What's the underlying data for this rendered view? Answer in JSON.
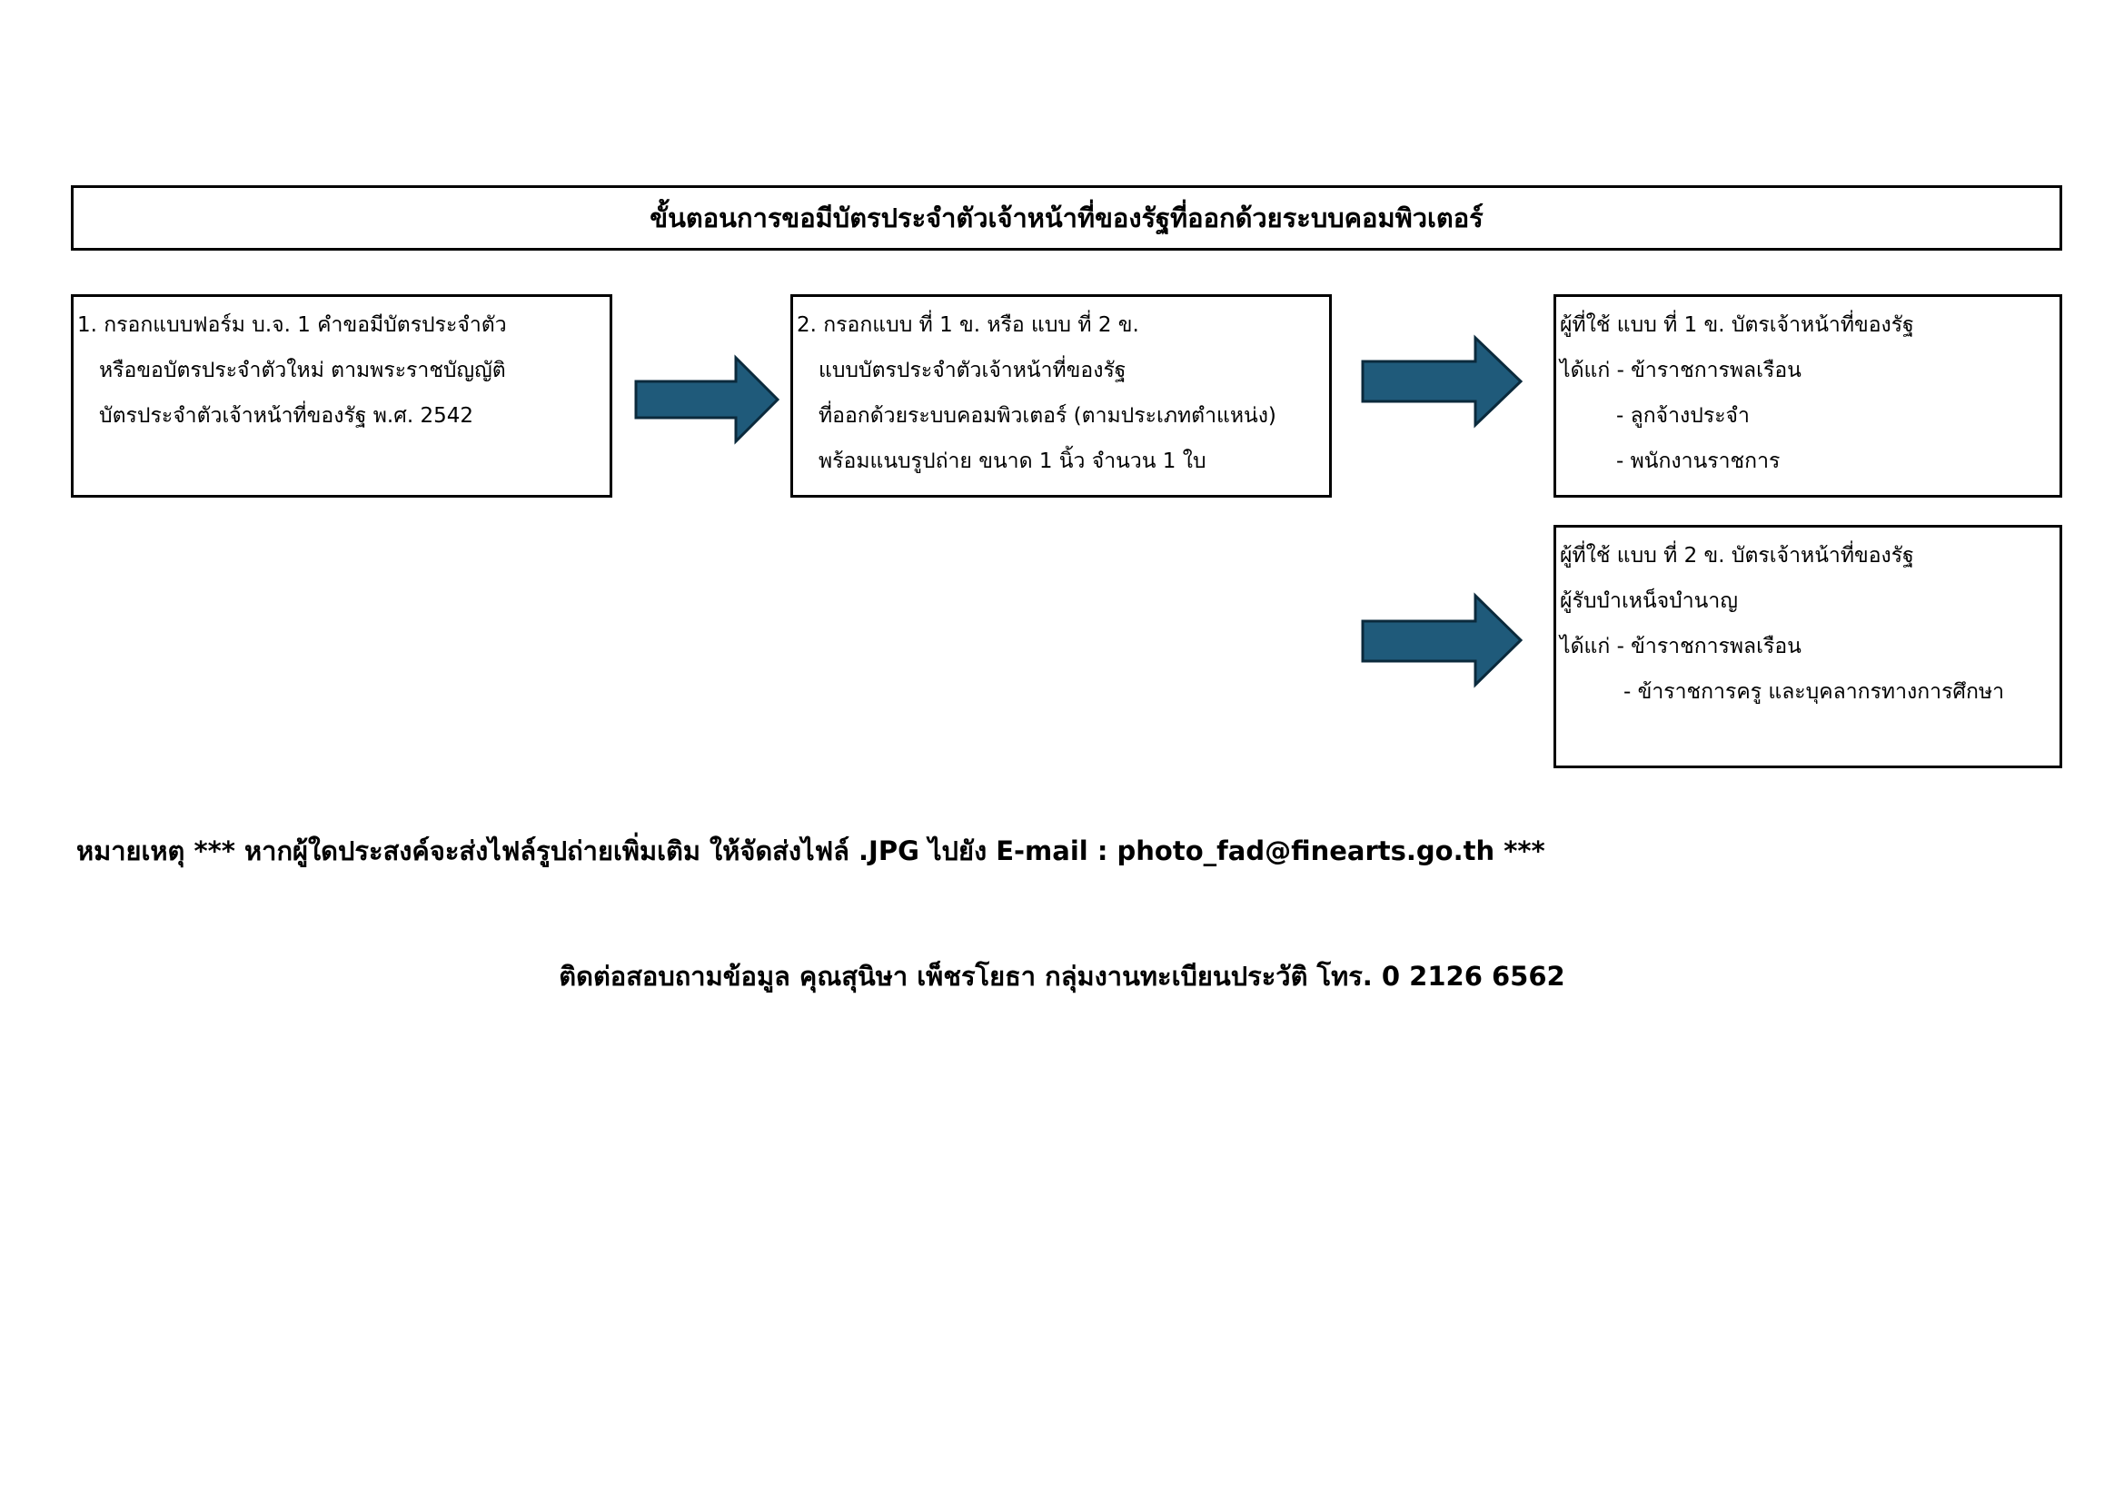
{
  "title": "ขั้นตอนการขอมีบัตรประจำตัวเจ้าหน้าที่ของรัฐที่ออกด้วยระบบคอมพิวเตอร์",
  "step1": {
    "lines": [
      "1. กรอกแบบฟอร์ม บ.จ. 1 คำขอมีบัตรประจำตัว",
      "หรือขอบัตรประจำตัวใหม่ ตามพระราชบัญญัติ",
      "บัตรประจำตัวเจ้าหน้าที่ของรัฐ พ.ศ. 2542"
    ]
  },
  "step2": {
    "lines": [
      "2. กรอกแบบ ที่ 1 ข. หรือ แบบ ที่ 2 ข.",
      "แบบบัตรประจำตัวเจ้าหน้าที่ของรัฐ",
      "ที่ออกด้วยระบบคอมพิวเตอร์ (ตามประเภทตำแหน่ง)",
      "พร้อมแนบรูปถ่าย ขนาด 1 นิ้ว จำนวน 1 ใบ"
    ]
  },
  "form1": {
    "lines": [
      "ผู้ที่ใช้ แบบ ที่ 1 ข. บัตรเจ้าหน้าที่ของรัฐ",
      "ได้แก่ - ข้าราชการพลเรือน",
      "- ลูกจ้างประจำ",
      "- พนักงานราชการ"
    ]
  },
  "form2": {
    "lines": [
      "ผู้ที่ใช้ แบบ ที่ 2 ข. บัตรเจ้าหน้าที่ของรัฐ",
      "ผู้รับบำเหน็จบำนาญ",
      "ได้แก่  - ข้าราชการพลเรือน",
      "- ข้าราชการครู และบุคลากรทางการศึกษา"
    ]
  },
  "note": "หมายเหตุ *** หากผู้ใดประสงค์จะส่งไฟล์รูปถ่ายเพิ่มเติม ให้จัดส่งไฟล์ .JPG ไปยัง E-mail : photo_fad@finearts.go.th ***",
  "contact": "ติดต่อสอบถามข้อมูล คุณสุนิษา เพ็ชรโยธา กลุ่มงานทะเบียนประวัติ โทร. 0 2126 6562",
  "colors": {
    "arrow_fill": "#1f5a7a",
    "arrow_stroke": "#0b2a3c"
  }
}
